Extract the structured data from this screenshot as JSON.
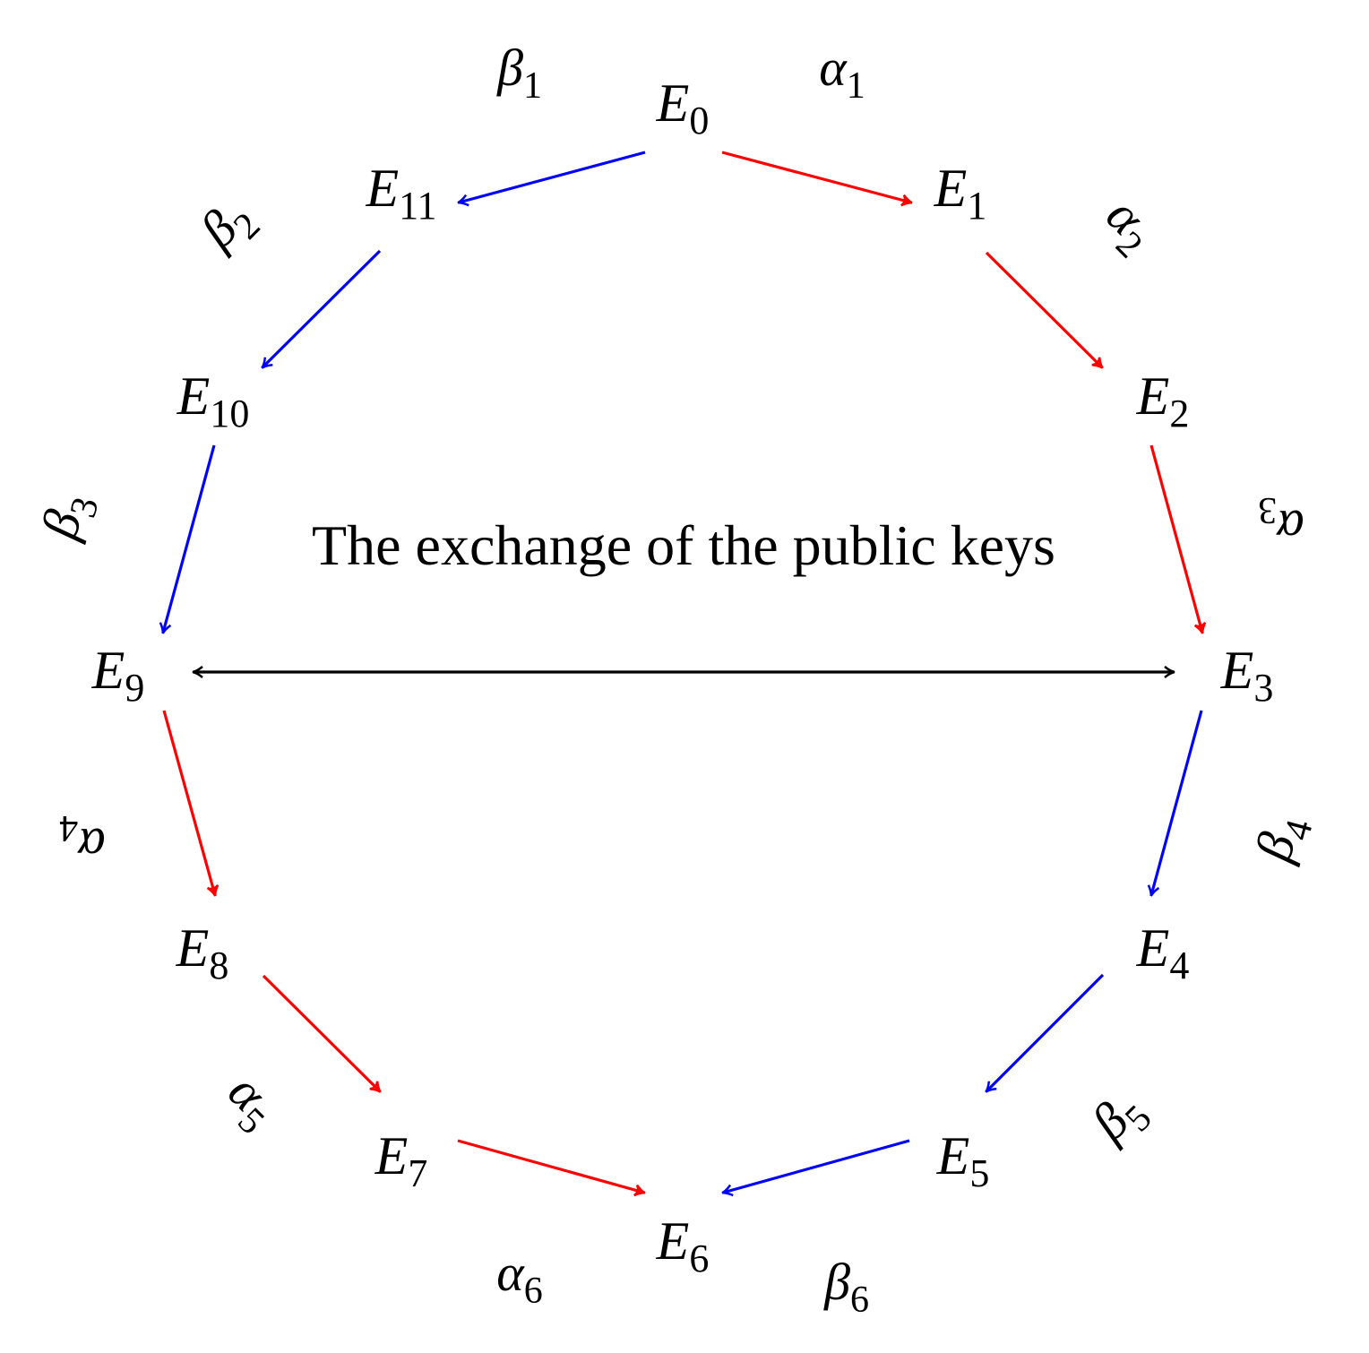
{
  "caption": "The exchange of the public keys",
  "colors": {
    "alpha": "#ff0000",
    "beta": "#0000ff",
    "exchange": "#000000"
  },
  "nodes": [
    {
      "id": "E0",
      "symbol": "E",
      "sub": "0"
    },
    {
      "id": "E1",
      "symbol": "E",
      "sub": "1"
    },
    {
      "id": "E2",
      "symbol": "E",
      "sub": "2"
    },
    {
      "id": "E3",
      "symbol": "E",
      "sub": "3"
    },
    {
      "id": "E4",
      "symbol": "E",
      "sub": "4"
    },
    {
      "id": "E5",
      "symbol": "E",
      "sub": "5"
    },
    {
      "id": "E6",
      "symbol": "E",
      "sub": "6"
    },
    {
      "id": "E7",
      "symbol": "E",
      "sub": "7"
    },
    {
      "id": "E8",
      "symbol": "E",
      "sub": "8"
    },
    {
      "id": "E9",
      "symbol": "E",
      "sub": "9"
    },
    {
      "id": "E10",
      "symbol": "E",
      "sub": "10"
    },
    {
      "id": "E11",
      "symbol": "E",
      "sub": "11"
    }
  ],
  "edges": [
    {
      "from": "E0",
      "to": "E1",
      "label": "α",
      "sub": "1",
      "color": "red"
    },
    {
      "from": "E1",
      "to": "E2",
      "label": "α",
      "sub": "2",
      "color": "red"
    },
    {
      "from": "E2",
      "to": "E3",
      "label": "α",
      "sub": "3",
      "color": "red"
    },
    {
      "from": "E9",
      "to": "E8",
      "label": "α",
      "sub": "4",
      "color": "red"
    },
    {
      "from": "E8",
      "to": "E7",
      "label": "α",
      "sub": "5",
      "color": "red"
    },
    {
      "from": "E7",
      "to": "E6",
      "label": "α",
      "sub": "6",
      "color": "red"
    },
    {
      "from": "E0",
      "to": "E11",
      "label": "β",
      "sub": "1",
      "color": "blue"
    },
    {
      "from": "E11",
      "to": "E10",
      "label": "β",
      "sub": "2",
      "color": "blue"
    },
    {
      "from": "E10",
      "to": "E9",
      "label": "β",
      "sub": "3",
      "color": "blue"
    },
    {
      "from": "E3",
      "to": "E4",
      "label": "β",
      "sub": "4",
      "color": "blue"
    },
    {
      "from": "E4",
      "to": "E5",
      "label": "β",
      "sub": "5",
      "color": "blue"
    },
    {
      "from": "E5",
      "to": "E6",
      "label": "β",
      "sub": "6",
      "color": "blue"
    },
    {
      "from": "E9",
      "to": "E3",
      "label": "",
      "sub": "",
      "color": "black",
      "bidirectional": true
    }
  ]
}
